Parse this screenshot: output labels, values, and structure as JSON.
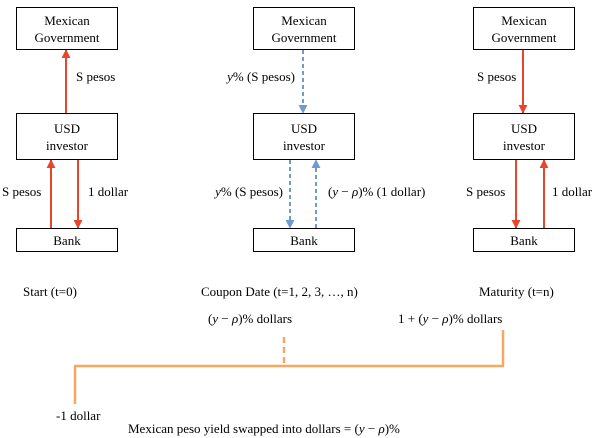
{
  "columns": [
    {
      "government": "Mexican\nGovernment",
      "investor": "USD\ninvestor",
      "bank": "Bank",
      "gov_flow": "S pesos",
      "bank_to_investor": "S pesos",
      "investor_to_bank": "1 dollar",
      "caption": "Start (t=0)"
    },
    {
      "government": "Mexican\nGovernment",
      "investor": "USD\ninvestor",
      "bank": "Bank",
      "gov_flow_var": "y",
      "gov_flow_rest": "% (S pesos)",
      "investor_to_bank_var": "y",
      "investor_to_bank_rest": "% (S pesos)",
      "bank_to_investor_a": "(",
      "bank_to_investor_y": "y",
      "bank_to_investor_minus": " − ",
      "bank_to_investor_rho": "ρ",
      "bank_to_investor_rest": ")% (1 dollar)",
      "caption": "Coupon Date (t=1, 2, 3, …, n)"
    },
    {
      "government": "Mexican\nGovernment",
      "investor": "USD\ninvestor",
      "bank": "Bank",
      "gov_flow": "S pesos",
      "investor_to_bank": "S pesos",
      "bank_to_investor": "1 dollar",
      "caption": "Maturity  (t=n)"
    }
  ],
  "cashflows": {
    "start": "-1 dollar",
    "coupon_a": "(",
    "coupon_y": "y",
    "coupon_minus": " − ",
    "coupon_rho": "ρ",
    "coupon_rest": ")% dollars",
    "maturity_prefix": "1 + (",
    "maturity_y": "y",
    "maturity_minus": " − ",
    "maturity_rho": "ρ",
    "maturity_rest": ")% dollars"
  },
  "summary": {
    "text": "Mexican peso yield swapped into dollars = (",
    "y": "y",
    "minus": " − ",
    "rho": "ρ",
    "rest": ")%"
  },
  "colors": {
    "solid_arrow": "#e8452c",
    "dashed_arrow": "#6f9bd1",
    "timeline": "#f5a862"
  }
}
